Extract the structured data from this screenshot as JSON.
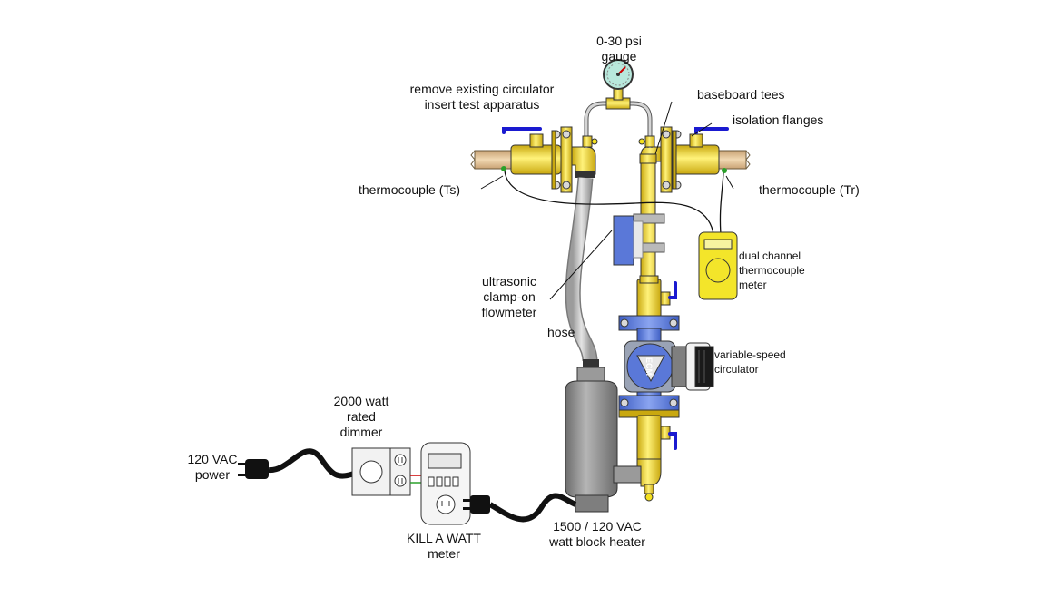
{
  "labels": {
    "gauge": [
      "0-30 psi",
      "gauge"
    ],
    "remove_circulator": [
      "remove existing circulator",
      "insert test apparatus"
    ],
    "baseboard_tees": "baseboard tees",
    "isolation_flanges": "isolation flanges",
    "thermocouple_ts": "thermocouple (Ts)",
    "thermocouple_tr": "thermocouple (Tr)",
    "thermocouple_meter": [
      "dual channel",
      "thermocouple",
      "meter"
    ],
    "flowmeter": [
      "ultrasonic",
      "clamp-on",
      "flowmeter"
    ],
    "hose": "hose",
    "circulator": [
      "variable-speed",
      "circulator"
    ],
    "circulator_badge": "ECM",
    "dimmer": [
      "2000 watt",
      "rated",
      "dimmer"
    ],
    "power": [
      "120 VAC",
      "power"
    ],
    "kill_a_watt": [
      "KILL A WATT",
      "meter"
    ],
    "block_heater": [
      "1500 / 120 VAC",
      "watt block heater"
    ]
  },
  "colors": {
    "brass": "#f5e11e",
    "brass_shadow": "#c9a80f",
    "pipe_copper": "#e9c99a",
    "hose_gray": "#c8c8c8",
    "heater_gray": "#8f8f8f",
    "flange_blue": "#6f8fe0",
    "circulator_gray": "#9aa3b5",
    "flowmeter_blue": "#5a78d8",
    "meter_yellow": "#f3e52a",
    "valve_handle": "#1a1ad0",
    "cord_black": "#111111"
  }
}
